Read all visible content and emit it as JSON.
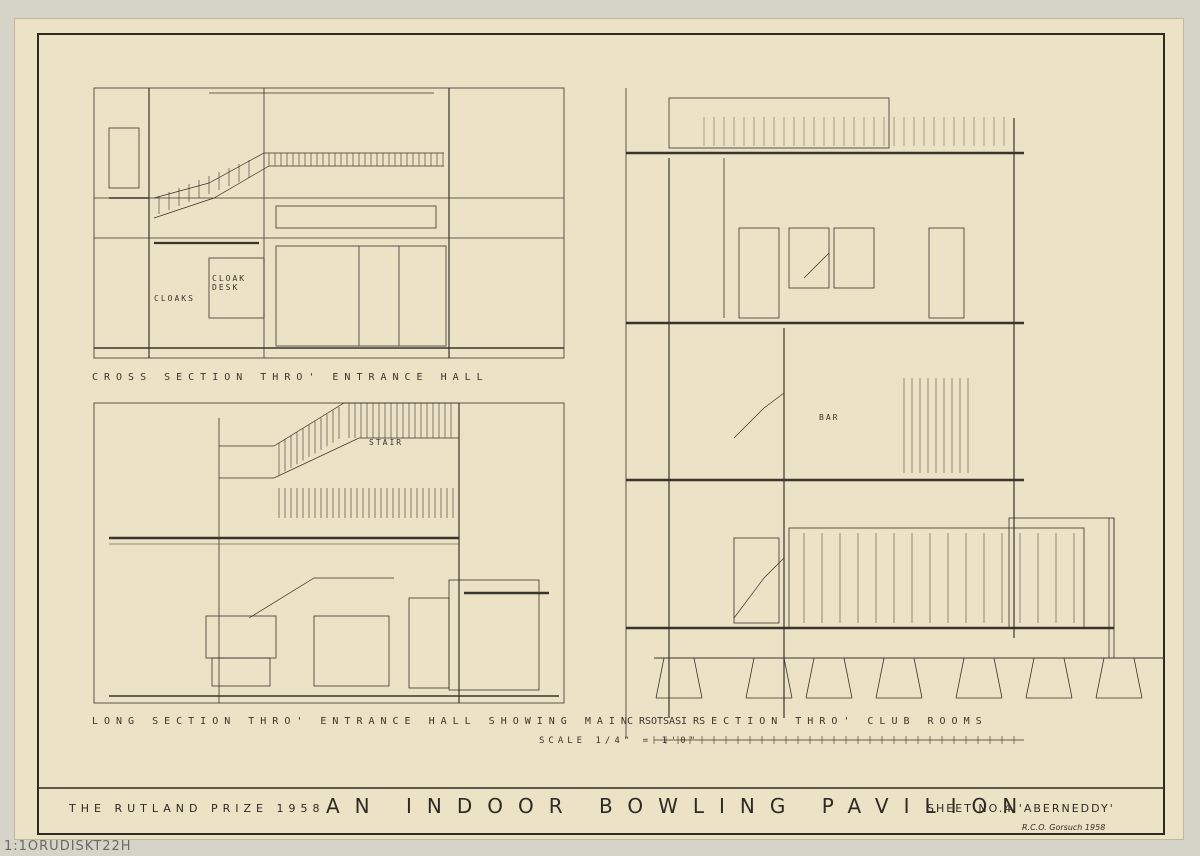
{
  "drawing": {
    "captions": {
      "section_a": "CROSS SECTION THRO' ENTRANCE HALL",
      "section_b": "LONG SECTION THRO' ENTRANCE HALL SHOWING MAIN STAIR",
      "section_c": "CROSS SECTION THRO' CLUB ROOMS",
      "scale_label": "SCALE 1/4\" = 1'0\""
    },
    "room_labels": {
      "cloak_desk": "CLOAK DESK",
      "cloaks": "CLOAKS",
      "bar": "BAR",
      "stair": "STAIR"
    }
  },
  "title_block": {
    "prize": "THE RUTLAND PRIZE 1958",
    "title": "AN INDOOR BOWLING PAVILION",
    "sheet": "SHEET NO.4 'ABERNEDDY'",
    "signature": "R.C.O. Gorsuch 1958"
  },
  "inventory_mark": "1:1ORUDISKT22H"
}
